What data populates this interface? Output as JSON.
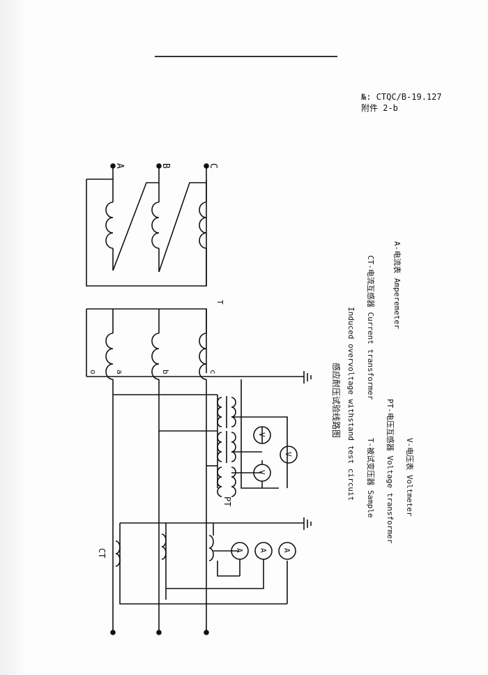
{
  "header": {
    "doc_number": "№: CTQC/B-19.127",
    "attachment": "附件 2-b"
  },
  "diagram": {
    "terminals": [
      "A",
      "B",
      "C"
    ],
    "sample_label": "T",
    "winding_labels": [
      "o",
      "a",
      "b",
      "c"
    ],
    "pt_label": "PT",
    "ct_label": "CT",
    "voltmeter_symbol": "V",
    "ammeter_symbol": "A"
  },
  "caption": {
    "title_cn": "感应耐压试验线路图",
    "title_en": "Induced overvoltage withstand test circuit"
  },
  "legend": {
    "t": "T-被试变压器 Sample",
    "ct": "CT-电流互感器 Current transformer",
    "pt": "PT-电压互感器 Voltage transformer",
    "a": "A-电流表 Amperemeter",
    "v": "V-电压表 Voltmeter"
  }
}
